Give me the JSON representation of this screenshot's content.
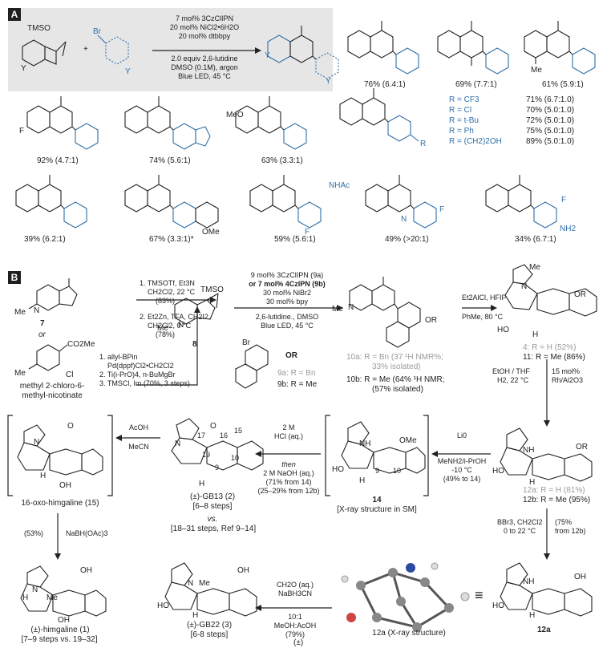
{
  "panel_a": {
    "label": "A",
    "reactant_label": "TMSO",
    "reactant_het": "Y",
    "aryl_halide": "Br",
    "aryl_het": "Y",
    "cond_top": [
      "7 mol% 3CzClIPN",
      "20 mol% NiCl2•6H2O",
      "20 mol% dtbbpy"
    ],
    "cond_bottom": [
      "2.0 equiv 2,6-lutidine",
      "DMSO (0.1M), argon",
      "Blue LED, 45 °C"
    ],
    "product_het": "Y",
    "product_ring_het": "Y",
    "products": [
      {
        "yield": "76% (6.4:1)",
        "substituent": ""
      },
      {
        "yield": "69% (7.7:1)",
        "substituent": ""
      },
      {
        "yield": "61% (5.9:1)",
        "substituent": "Me"
      },
      {
        "yield": "92% (4.7:1)",
        "substituent": "F"
      },
      {
        "yield": "74% (5.6:1)",
        "substituent": ""
      },
      {
        "yield": "63% (3.3:1)",
        "substituent": "MeO"
      },
      {
        "yield": "39% (6.2:1)",
        "substituent": ""
      },
      {
        "yield": "67% (3.3:1)*",
        "substituent": "OMe"
      },
      {
        "yield": "59% (5.6:1)",
        "substituent": "NHAc"
      },
      {
        "yield": "49% (>20:1)",
        "substituent": "F"
      },
      {
        "yield": "34% (6.7:1)",
        "substituent": "F"
      }
    ],
    "r_group": "R",
    "para_list": [
      {
        "r": "R = CF3",
        "yield": "71% (6.7:1.0)"
      },
      {
        "r": "R = Cl",
        "yield": "70% (5.0:1.0)"
      },
      {
        "r": "R = t-Bu",
        "yield": "72% (5.0:1.0)"
      },
      {
        "r": "R = Ph",
        "yield": "75% (5.0:1.0)"
      },
      {
        "r": "R = (CH2)2OH",
        "yield": "89% (5.0:1.0)"
      }
    ],
    "extra_labels": {
      "nh2": "NH2",
      "n": "N"
    }
  },
  "panel_b": {
    "label": "B",
    "cmpd7": "7",
    "or_text": "or",
    "nicotinate_name": [
      "methyl 2-chloro-6-",
      "methyl-nicotinate"
    ],
    "nicotinate_groups": {
      "ester": "CO2Me",
      "cl": "Cl",
      "me": "Me"
    },
    "cond1": [
      "1. TMSOTf, Et3N",
      "CH2Cl2, 22 °C",
      "(83%)",
      "2. Et2Zn, TFA, CH2I2",
      "CH2Cl2, 0 °C",
      "(78%)"
    ],
    "cond2": [
      "1. allyl-BPin",
      "Pd(dppf)Cl2•CH2Cl2",
      "2. Ti(i-PrO)4, n-BuMgBr",
      "3. TMSCl, Im (70%, 3 steps)"
    ],
    "cmpd8": "8",
    "tmso": "TMSO",
    "me": "Me",
    "n": "N",
    "cond3": [
      "9 mol% 3CzClIPN (9a)",
      "or 7 mol% 4CzIPN (9b)",
      "30 mol% NiBr2",
      "30 mol% bpy",
      "2,6-lutidine., DMSO",
      "Blue LED, 45 °C"
    ],
    "cmpd9": {
      "br": "Br",
      "or": "OR",
      "a": "9a: R = Bn",
      "b": "9b: R = Me"
    },
    "cmpd10": {
      "or": "OR",
      "a": "10a: R = Bn (37 ¹H NMR%;",
      "a2": "33% isolated)",
      "b": "10b: R = Me (64% ¹H NMR;",
      "b2": "(57% isolated)"
    },
    "cond4": [
      "Et2AlCl, HFIP",
      "PhMe, 80 °C"
    ],
    "cmpd4": {
      "or": "OR",
      "ho": "HO",
      "h": "H",
      "a": "4: R = H (52%)",
      "b": "11: R = Me (86%)"
    },
    "cond5": [
      "EtOH / THF",
      "H2, 22 °C",
      "15 mol%",
      "Rh/Al2O3"
    ],
    "cmpd12": {
      "or": "OR",
      "nh": "NH",
      "ho": "HO",
      "h": "H",
      "a": "12a: R = H (81%)",
      "b": "12b: R = Me (95%)"
    },
    "cond6": [
      "Li0",
      "MeNH2/i-PrOH",
      "-10 °C",
      "(49% to 14)"
    ],
    "cmpd14": {
      "label": "14",
      "sub": "[X-ray structure in SM]",
      "ome": "OMe",
      "nh": "NH",
      "ho": "HO",
      "h": "H",
      "n9": "9",
      "n10": "10"
    },
    "cond7": [
      "2 M",
      "HCl (aq.)",
      "then",
      "2 M NaOH (aq.)",
      "(71% from 14)",
      "(25–29% from 12b)"
    ],
    "cmpd2": {
      "name": "(±)-GB13 (2)",
      "steps": "[6–8 steps]",
      "vs": "vs.",
      "ref": "[18–31 steps, Ref 9–14]",
      "n": "N",
      "h": "H",
      "o": "O",
      "nums": [
        "17",
        "16",
        "15",
        "19",
        "9",
        "10"
      ]
    },
    "cond8": [
      "AcOH",
      "MeCN"
    ],
    "cmpd15": {
      "name": "16-oxo-himgaline (15)",
      "o": "O",
      "n": "N",
      "h": "H",
      "oh": "OH"
    },
    "cond9": [
      "(53%)",
      "NaBH(OAc)3"
    ],
    "cmpd1": {
      "name": "(±)-himgaline (1)",
      "steps": "[7–9 steps vs. 19–32]",
      "oh": "OH",
      "n": "N",
      "h": "H",
      "me": "Me"
    },
    "cond10": [
      "BBr3, CH2Cl2",
      "0 to 22 °C",
      "(75%",
      "from 12b)"
    ],
    "cmpd12a": {
      "label": "12a",
      "nh": "NH",
      "oh": "OH",
      "ho": "HO",
      "h": "H"
    },
    "xray": {
      "label": "12a (X-ray structure)",
      "equiv": "≡"
    },
    "cond11": [
      "CH2O (aq.)",
      "NaBH3CN",
      "10:1",
      "MeOH:AcOH",
      "(79%)"
    ],
    "cmpd3": {
      "name": "(±)-GB22 (3)",
      "steps": "[6-8 steps]",
      "oh": "OH",
      "n": "N",
      "me": "Me",
      "ho": "HO",
      "h": "H"
    },
    "footer_partial": "(±)"
  },
  "colors": {
    "accent_blue": "#2f6fa8",
    "panel_gray": "#e6e6e6",
    "atom_blue": "#2d4aa0",
    "atom_red": "#c44"
  }
}
